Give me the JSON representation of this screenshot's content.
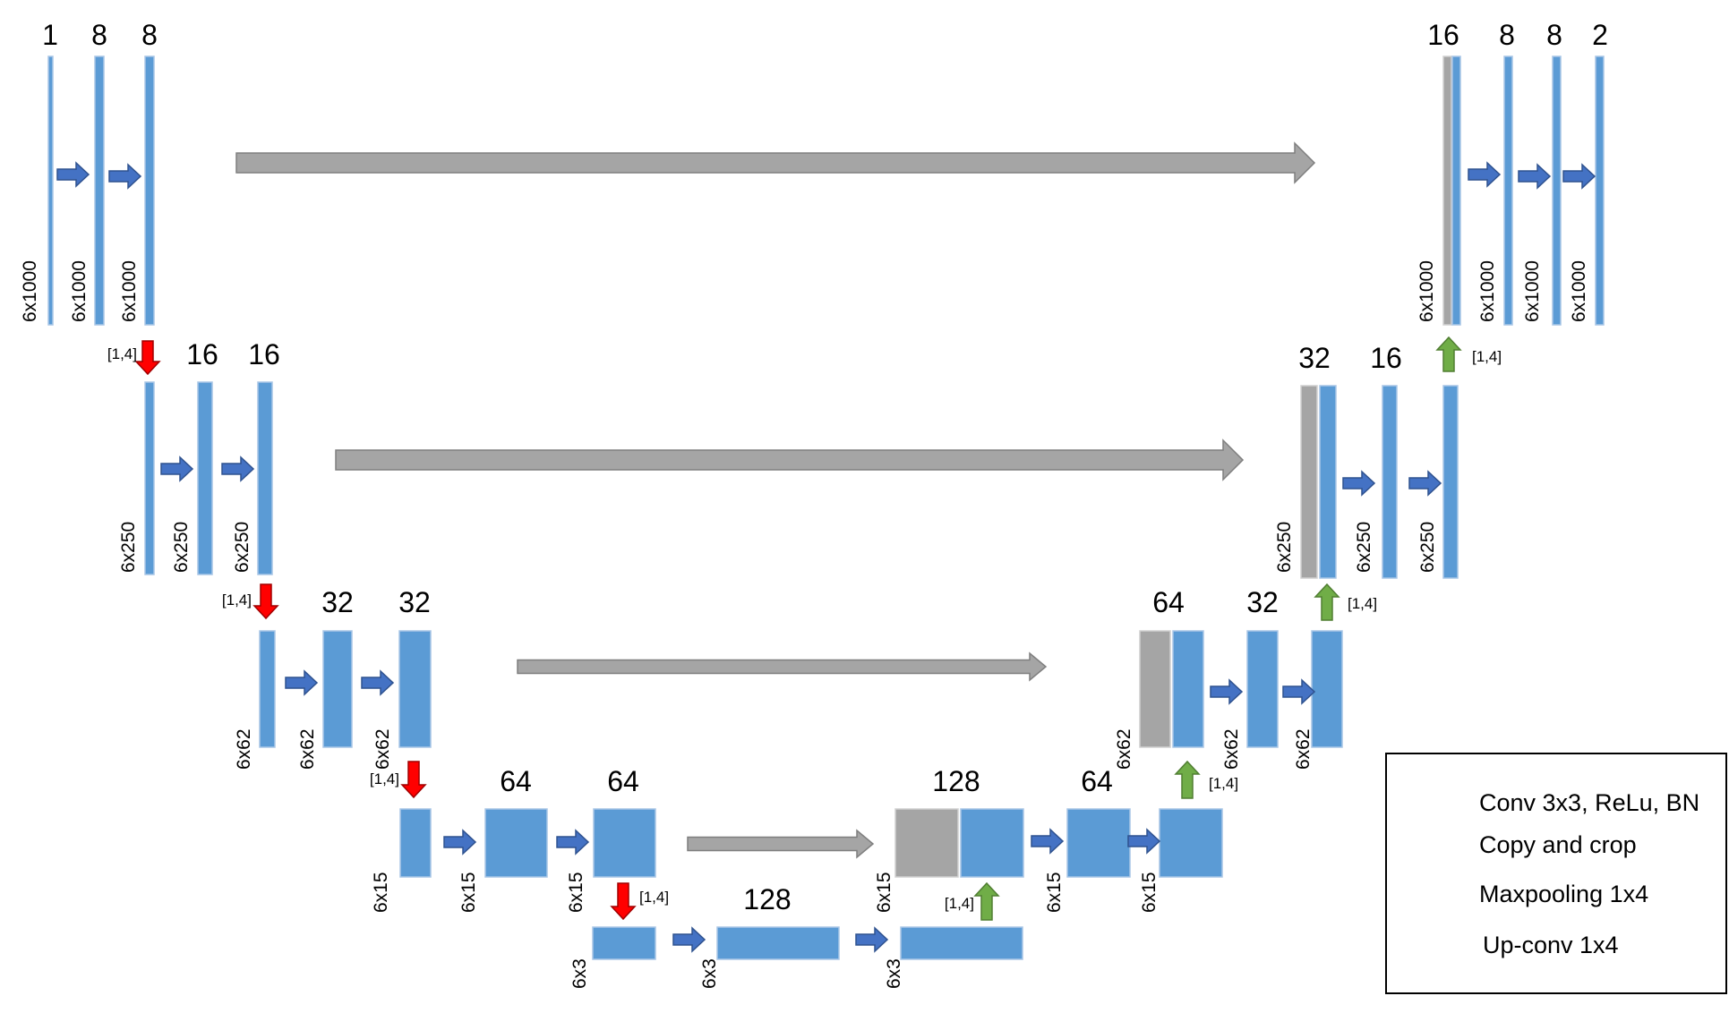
{
  "colors": {
    "feature_map": "#5b9bd5",
    "feature_map_edge": "#a9c6e6",
    "copy_map": "#a5a5a5",
    "copy_map_edge": "#d0d0d0",
    "conv_arrow": "#4472c4",
    "conv_arrow_edge": "#2f528f",
    "copy_arrow": "#a5a5a5",
    "copy_arrow_edge": "#7f7f7f",
    "maxpool_arrow": "#ff0000",
    "maxpool_arrow_edge": "#a00000",
    "upconv_arrow": "#70ad47",
    "upconv_arrow_edge": "#507e32"
  },
  "levels": [
    {
      "name": "level-1",
      "channel_labels": [
        "1",
        "8",
        "8",
        "16",
        "8",
        "8",
        "2"
      ],
      "dim_labels": [
        "6x1000",
        "6x1000",
        "6x1000",
        "6x1000",
        "6x1000",
        "6x1000",
        "6x1000"
      ],
      "pool_label": "[1,4]",
      "upconv_label": "[1,4]"
    },
    {
      "name": "level-2",
      "channel_labels": [
        "16",
        "16",
        "32",
        "16"
      ],
      "dim_labels": [
        "6x250",
        "6x250",
        "6x250",
        "6x250",
        "6x250",
        "6x250"
      ],
      "pool_label": "[1,4]",
      "upconv_label": "[1,4]"
    },
    {
      "name": "level-3",
      "channel_labels": [
        "32",
        "32",
        "64",
        "32"
      ],
      "dim_labels": [
        "6x62",
        "6x62",
        "6x62",
        "6x62",
        "6x62",
        "6x62"
      ],
      "pool_label": "[1,4]",
      "upconv_label": "[1,4]"
    },
    {
      "name": "level-4",
      "channel_labels": [
        "64",
        "64",
        "128",
        "64"
      ],
      "dim_labels": [
        "6x15",
        "6x15",
        "6x15",
        "6x15",
        "6x15",
        "6x15"
      ],
      "pool_label": "[1,4]",
      "upconv_label": "[1,4]"
    },
    {
      "name": "level-5",
      "channel_labels": [
        "128"
      ],
      "dim_labels": [
        "6x3",
        "6x3",
        "6x3"
      ]
    }
  ],
  "legend": {
    "items": [
      {
        "label": "Conv 3x3, ReLu, BN",
        "icon": "blue-right-arrow-icon"
      },
      {
        "label": "Copy and crop",
        "icon": "gray-right-arrow-icon"
      },
      {
        "label": "Maxpooling 1x4",
        "icon": "red-down-arrow-icon"
      },
      {
        "label": "Up-conv 1x4",
        "icon": "green-up-arrow-icon"
      }
    ]
  }
}
